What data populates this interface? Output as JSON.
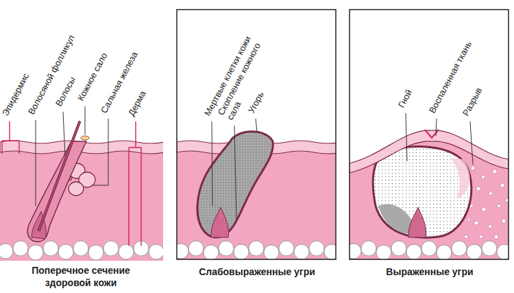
{
  "diagram": {
    "labels": [
      "Эпидермис",
      "Волосяной фолликул",
      "Волосы",
      "Кожное сало",
      "Сальная железа",
      "Дерма",
      "Поперечное сечение здоровой кожи",
      "Мертвые клетки кожи",
      "Скопление кожного сала",
      "Угорь",
      "Слабовыраженные угри",
      "Гной",
      "Воспаленная ткань",
      "Разрыв",
      "Выраженные угри"
    ]
  }
}
